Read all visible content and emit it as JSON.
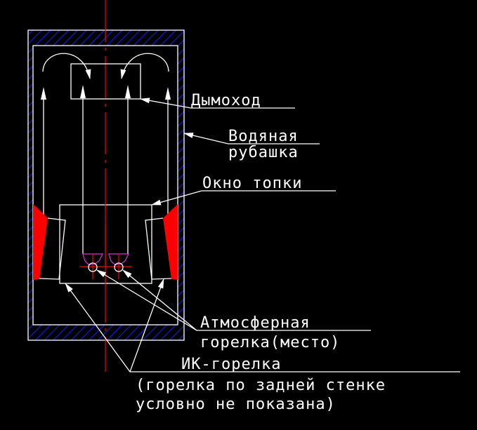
{
  "labels": {
    "chimney": "Дымоход",
    "water_jacket_1": "Водяная",
    "water_jacket_2": "рубашка",
    "firebox_window": "Окно топки",
    "atmospheric_1": "Атмосферная",
    "atmospheric_2": "горелка(место)",
    "ir_burner": "ИК-горелка",
    "ir_note_1": "(горелка по задней стенке",
    "ir_note_2": "условно не показана)"
  },
  "colors": {
    "background": "#000000",
    "lines": "#ffffff",
    "centerline": "#ff0000",
    "hatch": "#1a1aff",
    "burner": "#cc33cc",
    "ir": "#ff0000"
  }
}
